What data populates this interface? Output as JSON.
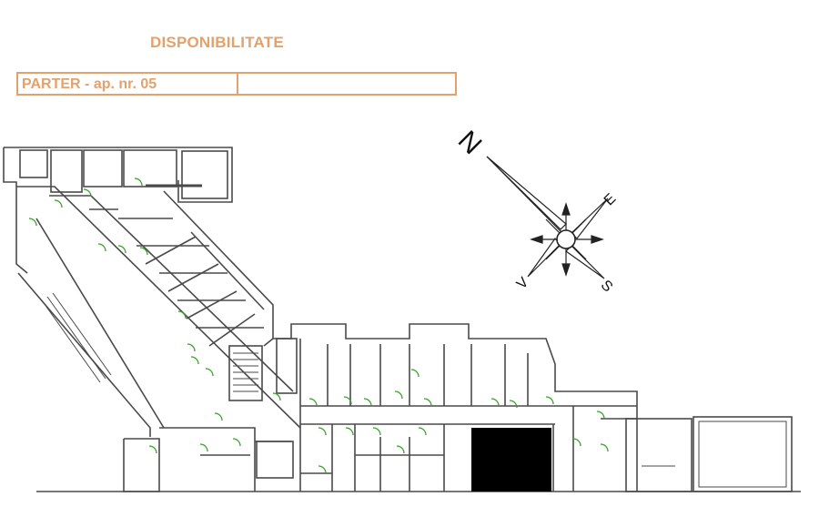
{
  "header": {
    "title": "DISPONIBILITATE",
    "unit_label": "PARTER  - ap. nr. 05",
    "status_value": ""
  },
  "compass": {
    "north": "N",
    "east": "E",
    "south": "S",
    "west": "V"
  },
  "colors": {
    "accent": "#e3a16c",
    "wall": "#4a4a4a",
    "door": "#3aa12a",
    "highlight": "#000000"
  }
}
